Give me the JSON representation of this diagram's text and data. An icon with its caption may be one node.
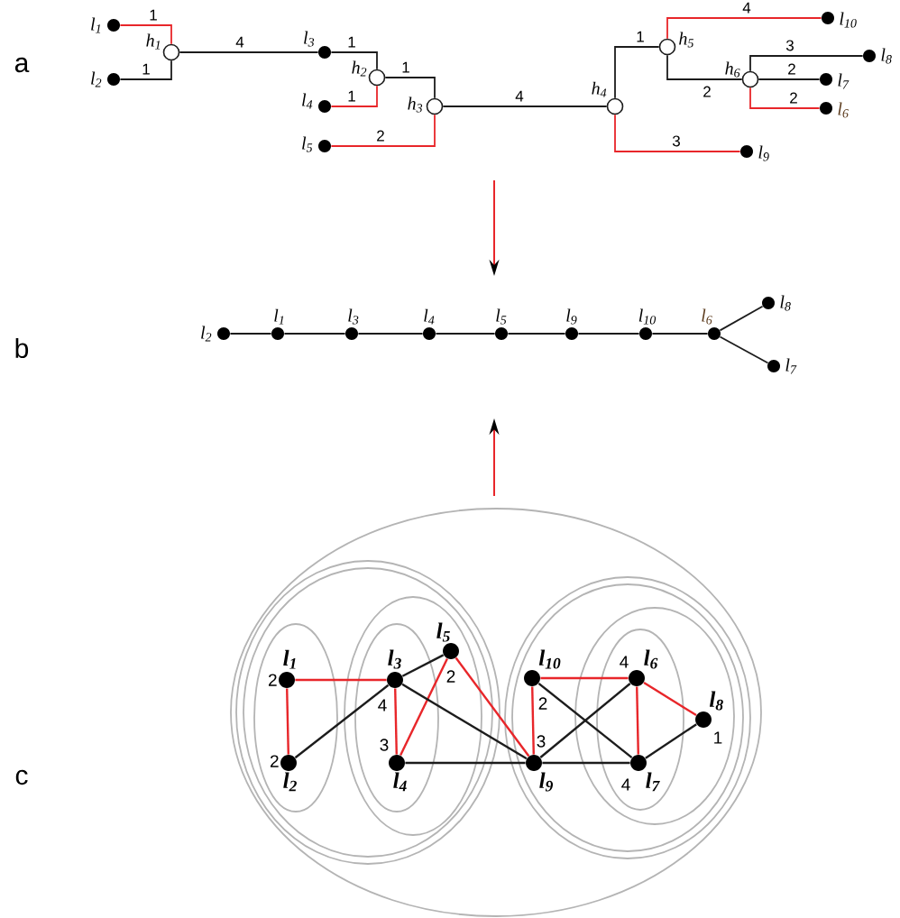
{
  "diagram": {
    "nodes": [
      {
        "text": [
          "l$_{1}$"
        ]
      },
      {
        "text": [
          "l$_{2}$"
        ]
      },
      {
        "text": [
          "h$_{1}$"
        ]
      },
      {
        "text": [
          "l$_{3}$"
        ]
      },
      {
        "text": [
          "h$_{2}$"
        ]
      },
      {
        "text": [
          "l$_{4}$"
        ]
      },
      {
        "text": [
          "h$_{3}$"
        ]
      },
      {
        "text": [
          "l$_{5}$"
        ]
      },
      {
        "text": [
          "h$_{4}$"
        ]
      },
      {
        "text": [
          "h$_{5}$"
        ]
      },
      {
        "text": [
          "l$_{10}$"
        ]
      },
      {
        "text": [
          "h$_{6}$"
        ]
      },
      {
        "text": [
          "l$_{8}$"
        ]
      },
      {
        "text": [
          "l$_{7}$"
        ]
      },
      {
        "text": [
          "l$_{6}$"
        ]
      },
      {
        "text": [
          "l$_{9}$"
        ]
      },
      {
        "text": [
          "l$_{2}$"
        ]
      },
      {
        "text": [
          "l$_{1}$"
        ]
      },
      {
        "text": [
          "l$_{3}$"
        ]
      },
      {
        "text": [
          "l$_{4}$"
        ]
      },
      {
        "text": [
          "l$_{5}$"
        ]
      },
      {
        "text": [
          "l$_{9}$"
        ]
      },
      {
        "text": [
          "l$_{10}$"
        ]
      },
      {
        "text": [
          "l$_{6}$"
        ]
      },
      {
        "text": [
          "l$_{8}$"
        ]
      },
      {
        "text": [
          "l$_{7}$"
        ]
      },
      {
        "text": [],
        "shape": "ellipse"
      },
      {
        "text": [],
        "shape": "ellipse",
        "in": 26
      },
      {
        "text": [],
        "shape": "ellipse",
        "in": 27
      },
      {
        "text": [],
        "shape": "ellipse",
        "in": 28
      },
      {
        "text": [
          "l$_{1}$"
        ],
        "beside": [
          "2"
        ],
        "in": 29
      },
      {
        "text": [
          "l$_{2}$"
        ],
        "beside": [
          "2"
        ],
        "in": 29
      },
      {
        "text": [],
        "shape": "ellipse",
        "in": 28
      },
      {
        "text": [],
        "shape": "ellipse",
        "in": 32
      },
      {
        "text": [
          "l$_{3}$"
        ],
        "beside": [
          "4"
        ],
        "in": 33
      },
      {
        "text": [
          "l$_{4}$"
        ],
        "beside": [
          "3"
        ],
        "in": 33
      },
      {
        "text": [
          "l$_{5}$"
        ],
        "beside": [
          "2"
        ],
        "in": 32
      },
      {
        "text": [],
        "shape": "ellipse",
        "in": 26
      },
      {
        "text": [],
        "shape": "ellipse",
        "in": 37
      },
      {
        "text": [
          "l$_{10}$"
        ],
        "beside": [
          "2"
        ],
        "in": 38
      },
      {
        "text": [
          "l$_{9}$"
        ],
        "beside": [
          "3"
        ],
        "in": 38
      },
      {
        "text": [],
        "shape": "ellipse",
        "in": 38
      },
      {
        "text": [],
        "shape": "ellipse",
        "in": 41
      },
      {
        "text": [
          "l$_{6}$"
        ],
        "beside": [
          "4"
        ],
        "in": 42
      },
      {
        "text": [
          "l$_{7}$"
        ],
        "beside": [
          "4"
        ],
        "in": 42
      },
      {
        "text": [
          "l$_{8}$"
        ],
        "beside": [
          "1"
        ],
        "in": 41
      }
    ],
    "edges": [
      {
        "from": 2,
        "to": 0,
        "arrow": "none",
        "label": "1",
        "color": "#e8262a"
      },
      {
        "from": 2,
        "to": 1,
        "arrow": "none",
        "label": "1"
      },
      {
        "from": 2,
        "to": 3,
        "arrow": "none",
        "label": "4"
      },
      {
        "from": 3,
        "to": 4,
        "arrow": "none",
        "label": "1"
      },
      {
        "from": 4,
        "to": 5,
        "arrow": "none",
        "label": "1",
        "color": "#e8262a"
      },
      {
        "from": 4,
        "to": 6,
        "arrow": "none",
        "label": "1"
      },
      {
        "from": 6,
        "to": 7,
        "arrow": "none",
        "label": "2",
        "color": "#e8262a"
      },
      {
        "from": 6,
        "to": 8,
        "arrow": "none",
        "label": "4"
      },
      {
        "from": 8,
        "to": 9,
        "arrow": "none",
        "label": "1"
      },
      {
        "from": 8,
        "to": 15,
        "arrow": "none",
        "label": "3",
        "color": "#e8262a"
      },
      {
        "from": 9,
        "to": 10,
        "arrow": "none",
        "label": "4",
        "color": "#e8262a"
      },
      {
        "from": 9,
        "to": 11,
        "arrow": "none",
        "label": "2"
      },
      {
        "from": 11,
        "to": 12,
        "arrow": "none",
        "label": "3"
      },
      {
        "from": 11,
        "to": 13,
        "arrow": "none",
        "label": "2"
      },
      {
        "from": 11,
        "to": 14,
        "arrow": "none",
        "label": "2",
        "color": "#e8262a"
      },
      {
        "from": 16,
        "to": 17,
        "arrow": "none"
      },
      {
        "from": 17,
        "to": 18,
        "arrow": "none"
      },
      {
        "from": 18,
        "to": 19,
        "arrow": "none"
      },
      {
        "from": 19,
        "to": 20,
        "arrow": "none"
      },
      {
        "from": 20,
        "to": 21,
        "arrow": "none"
      },
      {
        "from": 21,
        "to": 22,
        "arrow": "none"
      },
      {
        "from": 22,
        "to": 23,
        "arrow": "none"
      },
      {
        "from": 23,
        "to": 24,
        "arrow": "none"
      },
      {
        "from": 23,
        "to": 25,
        "arrow": "none"
      },
      {
        "from": 30,
        "to": 34,
        "arrow": "none",
        "color": "#e8262a"
      },
      {
        "from": 30,
        "to": 31,
        "arrow": "none",
        "color": "#e8262a"
      },
      {
        "from": 31,
        "to": 34,
        "arrow": "none"
      },
      {
        "from": 34,
        "to": 36,
        "arrow": "none"
      },
      {
        "from": 34,
        "to": 35,
        "arrow": "none",
        "color": "#e8262a"
      },
      {
        "from": 35,
        "to": 36,
        "arrow": "none",
        "color": "#e8262a"
      },
      {
        "from": 34,
        "to": 40,
        "arrow": "none"
      },
      {
        "from": 35,
        "to": 40,
        "arrow": "none"
      },
      {
        "from": 36,
        "to": 40,
        "arrow": "none",
        "color": "#e8262a"
      },
      {
        "from": 39,
        "to": 40,
        "arrow": "none",
        "color": "#e8262a"
      },
      {
        "from": 39,
        "to": 43,
        "arrow": "none",
        "color": "#e8262a"
      },
      {
        "from": 39,
        "to": 44,
        "arrow": "none"
      },
      {
        "from": 40,
        "to": 43,
        "arrow": "none"
      },
      {
        "from": 40,
        "to": 44,
        "arrow": "none"
      },
      {
        "from": 43,
        "to": 44,
        "arrow": "none",
        "color": "#e8262a"
      },
      {
        "from": 43,
        "to": 45,
        "arrow": "none",
        "color": "#e8262a"
      },
      {
        "from": 44,
        "to": 45,
        "arrow": "none"
      }
    ],
    "labels": [
      "a",
      "b",
      "c"
    ]
  }
}
